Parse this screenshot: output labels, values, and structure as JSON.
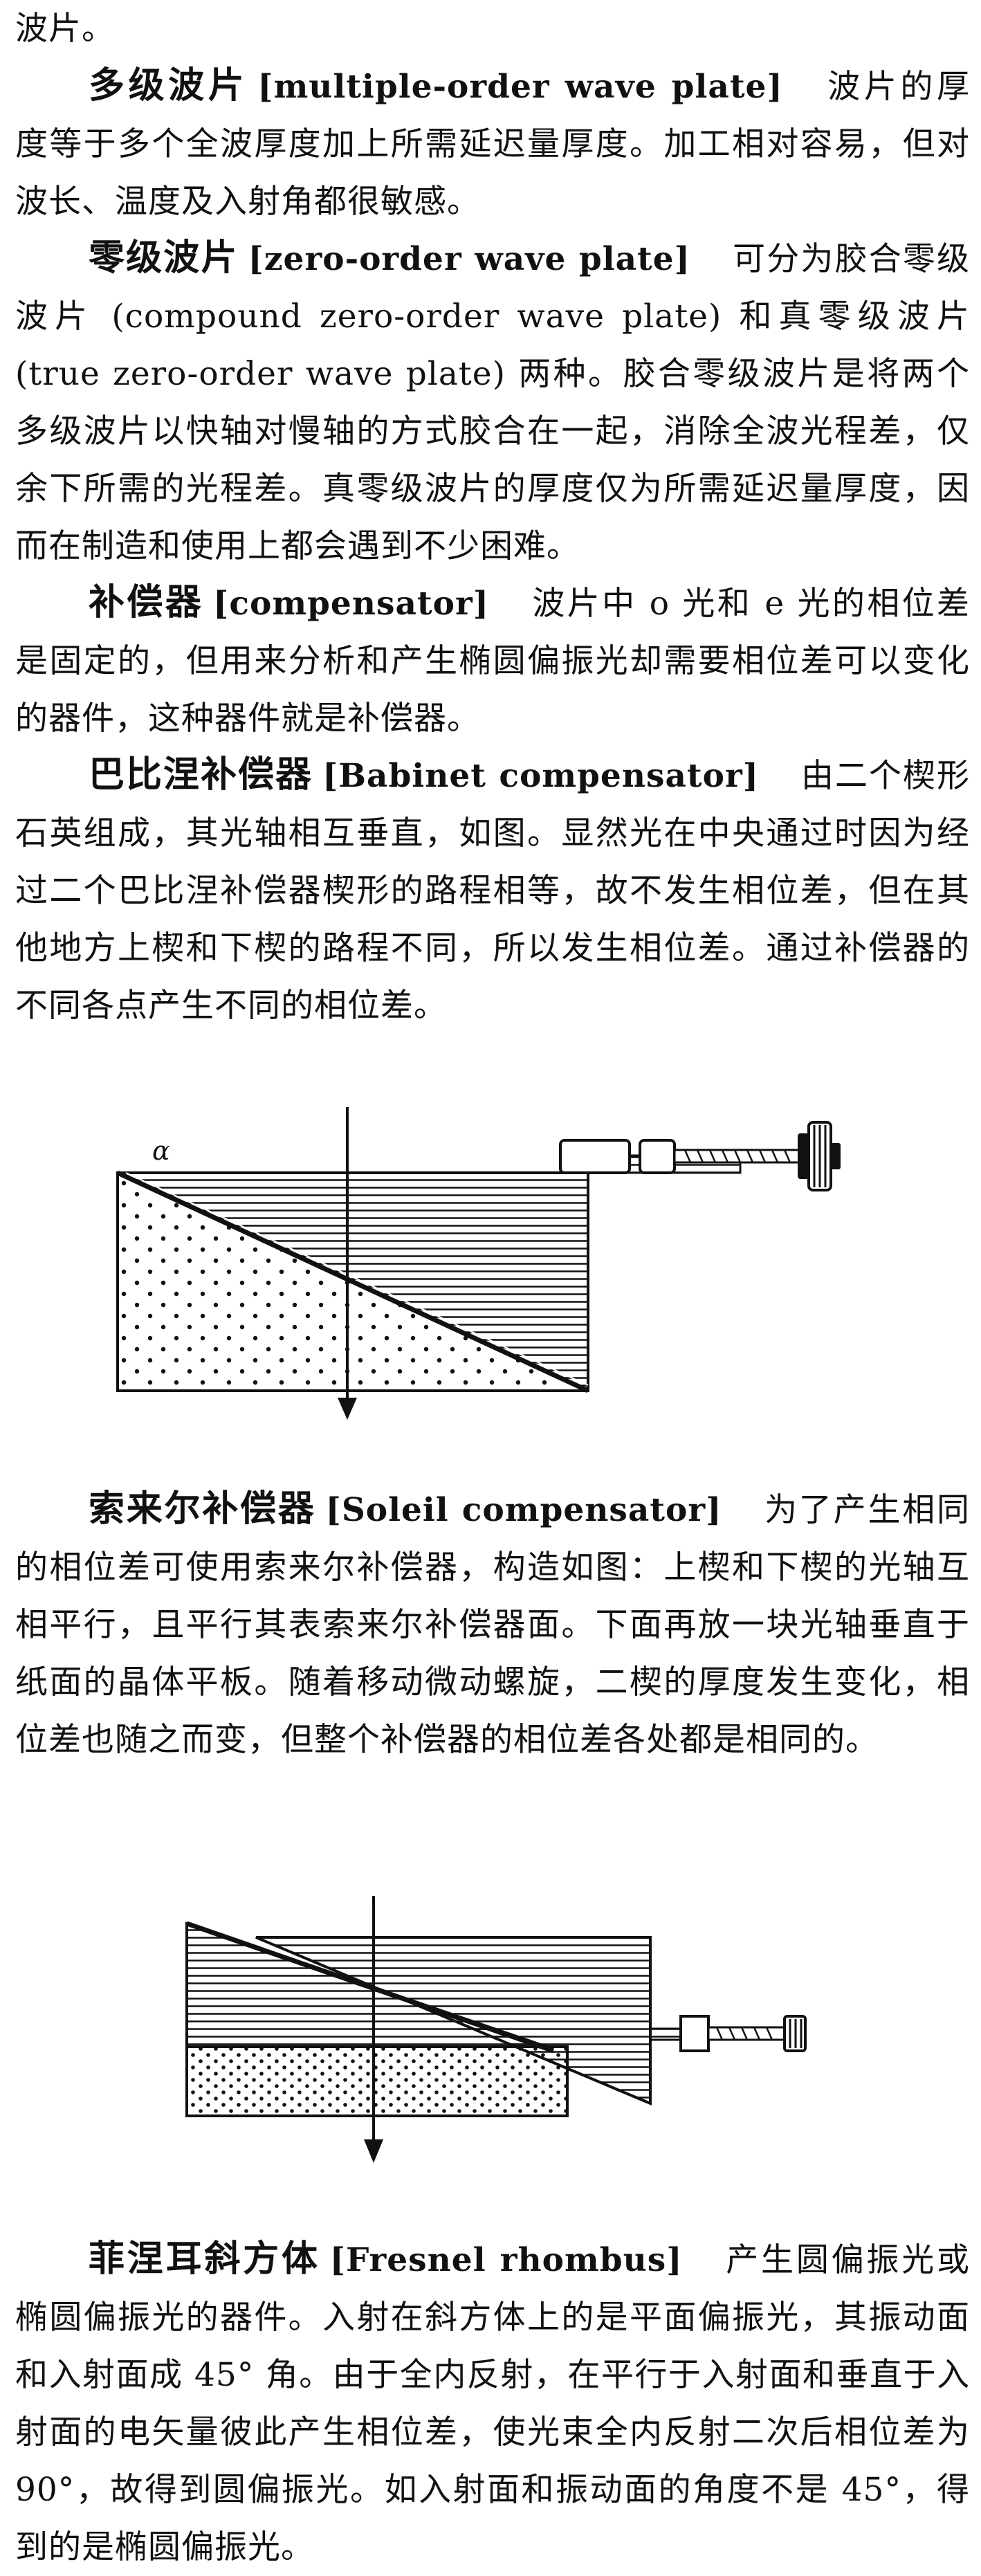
{
  "intro": {
    "text": "波片。"
  },
  "entries": [
    {
      "term_zh": "多级波片",
      "term_en": "[multiple-order wave plate]",
      "body": "波片的厚度等于多个全波厚度加上所需延迟量厚度。加工相对容易，但对波长、温度及入射角都很敏感。"
    },
    {
      "term_zh": "零级波片",
      "term_en": "[zero-order wave plate]",
      "body": "可分为胶合零级波片 (compound zero-order wave plate) 和真零级波片 (true zero-order wave plate) 两种。胶合零级波片是将两个多级波片以快轴对慢轴的方式胶合在一起，消除全波光程差，仅余下所需的光程差。真零级波片的厚度仅为所需延迟量厚度，因而在制造和使用上都会遇到不少困难。"
    },
    {
      "term_zh": "补偿器",
      "term_en": "[compensator]",
      "body": "波片中 o 光和 e 光的相位差是固定的，但用来分析和产生椭圆偏振光却需要相位差可以变化的器件，这种器件就是补偿器。"
    },
    {
      "term_zh": "巴比涅补偿器",
      "term_en": "[Babinet compensator]",
      "body": "由二个楔形石英组成，其光轴相互垂直，如图。显然光在中央通过时因为经过二个巴比涅补偿器楔形的路程相等，故不发生相位差，但在其他地方上楔和下楔的路程不同，所以发生相位差。通过补偿器的不同各点产生不同的相位差。"
    },
    {
      "term_zh": "索来尔补偿器",
      "term_en": "[Soleil compensator]",
      "body": "为了产生相同的相位差可使用索来尔补偿器，构造如图：上楔和下楔的光轴互相平行，且平行其表索来尔补偿器面。下面再放一块光轴垂直于纸面的晶体平板。随着移动微动螺旋，二楔的厚度发生变化，相位差也随之而变，但整个补偿器的相位差各处都是相同的。"
    },
    {
      "term_zh": "菲涅耳斜方体",
      "term_en": "[Fresnel rhombus]",
      "body": "产生圆偏振光或椭圆偏振光的器件。入射在斜方体上的是平面偏振光，其振动面和入射面成 45° 角。由于全内反射，在平行于入射面和垂直于入射面的电矢量彼此产生相位差，使光束全内反射二次后相位差为 90°，故得到圆偏振光。如入射面和振动面的角度不是 45°，得到的是椭圆偏振光。"
    }
  ],
  "figures": {
    "babinet": {
      "angle_label": "α"
    }
  }
}
